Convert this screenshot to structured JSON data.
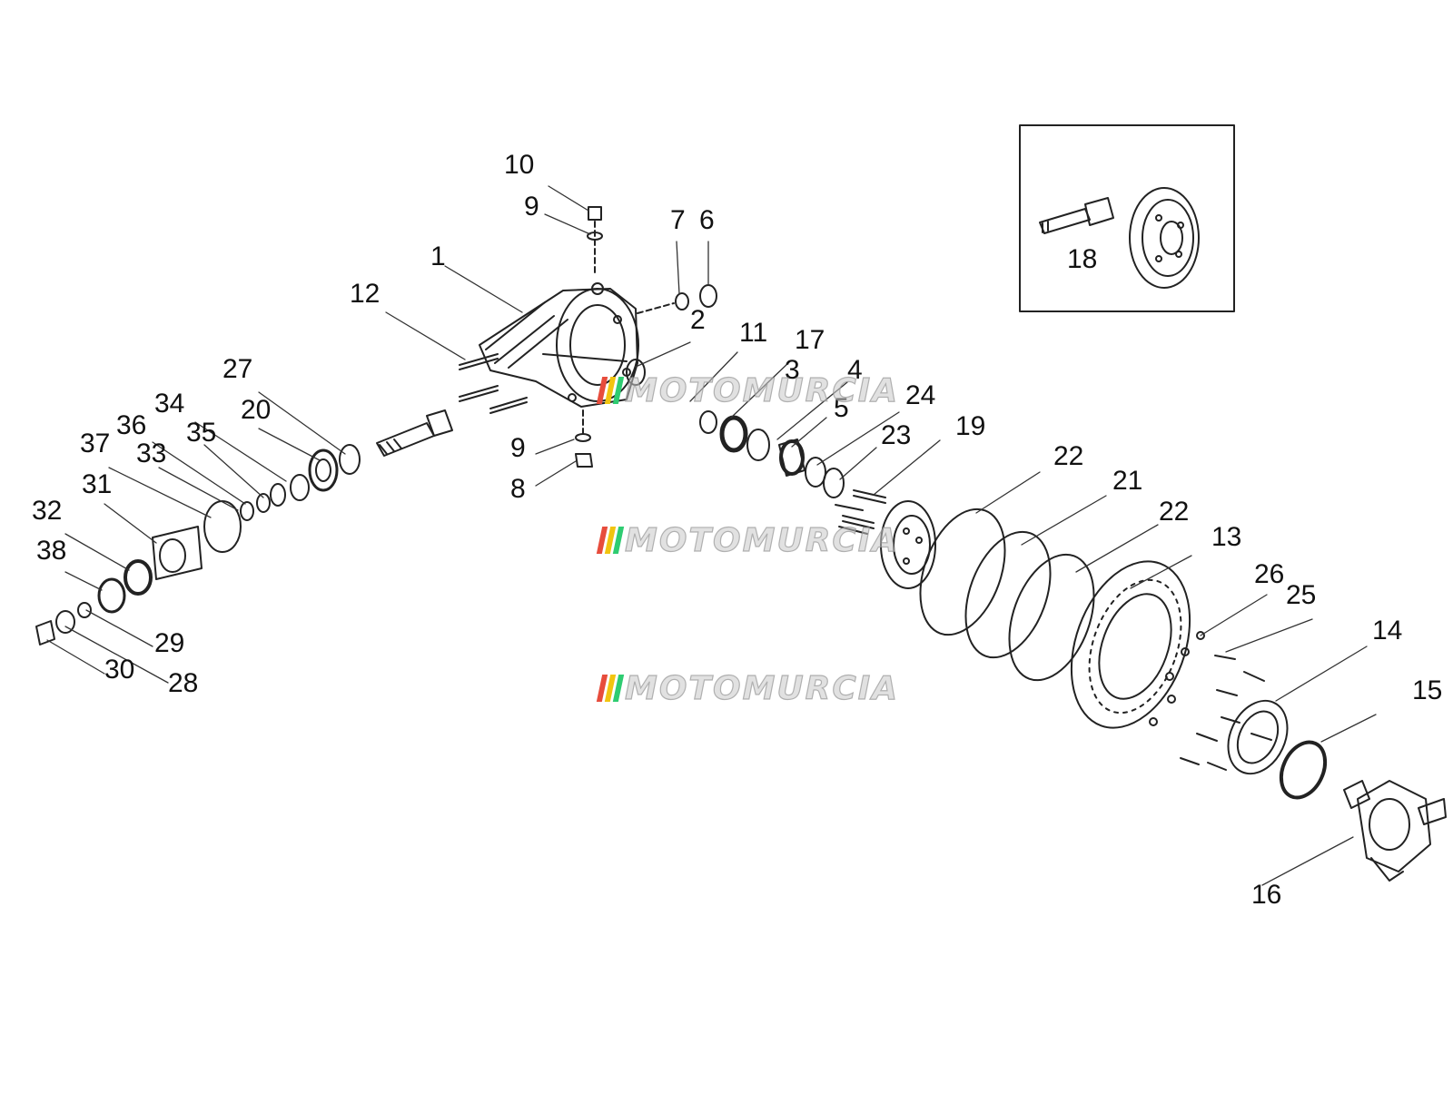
{
  "labels": [
    "1",
    "2",
    "3",
    "4",
    "5",
    "6",
    "7",
    "8",
    "9",
    "9",
    "10",
    "11",
    "12",
    "13",
    "14",
    "15",
    "16",
    "17",
    "18",
    "19",
    "20",
    "21",
    "22",
    "22",
    "23",
    "24",
    "25",
    "26",
    "27",
    "28",
    "29",
    "30",
    "31",
    "32",
    "33",
    "34",
    "35",
    "36",
    "37",
    "38"
  ],
  "watermark": {
    "text": "MOTOMURCIA",
    "bar_colors": [
      "#e74c3c",
      "#f1c40f",
      "#2ecc71"
    ]
  },
  "colors": {
    "line": "#222222",
    "leader": "#333333"
  }
}
